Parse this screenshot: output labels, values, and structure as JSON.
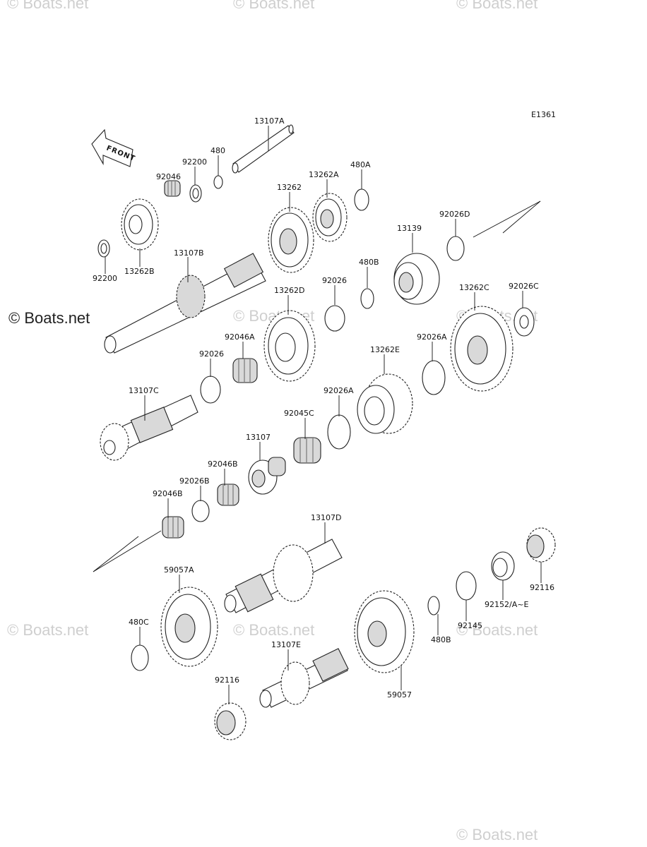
{
  "diagram_code": "E1361",
  "front_label": "FRONT",
  "watermarks": {
    "main": "© Boats.net",
    "faint": [
      "© Boats.net",
      "© Boats.net",
      "© Boats.net",
      "© Boats.net",
      "© Boats.net",
      "© Boats.net",
      "© Boats.net",
      "© Boats.net",
      "© Boats.net"
    ]
  },
  "part_labels": [
    "13107A",
    "480",
    "92200",
    "92046",
    "13262A",
    "480A",
    "13262",
    "92200",
    "13262B",
    "13107B",
    "13139",
    "92026D",
    "480B",
    "92026",
    "13262D",
    "92026C",
    "13262C",
    "92046A",
    "92026",
    "13262E",
    "92026A",
    "13107C",
    "92026A",
    "92045C",
    "13107",
    "92046B",
    "92026B",
    "92046B",
    "13107D",
    "59057A",
    "92116",
    "92152/A~E",
    "92145",
    "480C",
    "480B",
    "13107E",
    "92116",
    "59057"
  ]
}
